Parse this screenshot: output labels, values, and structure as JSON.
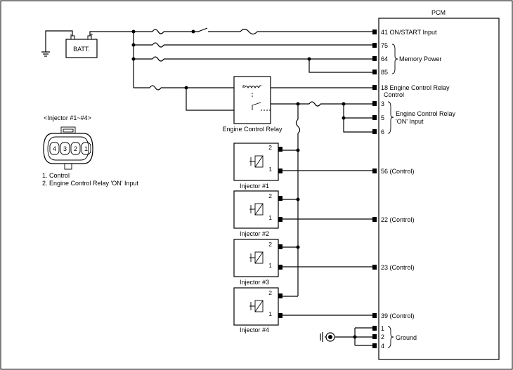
{
  "pcm": {
    "title": "PCM",
    "pins": {
      "p41": "41 ON/START Input",
      "p75": "75",
      "p64": "64",
      "p85": "85",
      "p18a": "18 Engine Control Relay",
      "p18b": "Control",
      "p3": "3",
      "p5": "5",
      "p6": "6",
      "p56": "56 (Control)",
      "p22": "22 (Control)",
      "p23": "23 (Control)",
      "p39": "39 (Control)",
      "g1": "1",
      "g2": "2",
      "g4": "4"
    },
    "groups": {
      "memory_power": "Memory Power",
      "ecr_on_1": "Engine Control Relay",
      "ecr_on_2": "'ON' Input",
      "ground": "Ground"
    }
  },
  "battery": {
    "label": "BATT.",
    "neg": "-",
    "pos": "+"
  },
  "relay": {
    "label": "Engine Control Relay"
  },
  "injectors": [
    {
      "label": "Injector #1",
      "pin_top": "2",
      "pin_bottom": "1"
    },
    {
      "label": "Injector #2",
      "pin_top": "2",
      "pin_bottom": "1"
    },
    {
      "label": "Injector #3",
      "pin_top": "2",
      "pin_bottom": "1"
    },
    {
      "label": "Injector #4",
      "pin_top": "2",
      "pin_bottom": "1"
    }
  ],
  "connector": {
    "title": "<Injector #1~#4>",
    "pins": [
      "4",
      "3",
      "2",
      "1"
    ],
    "legend_1": "1. Control",
    "legend_2": "2. Engine Control Relay 'ON' Input"
  }
}
